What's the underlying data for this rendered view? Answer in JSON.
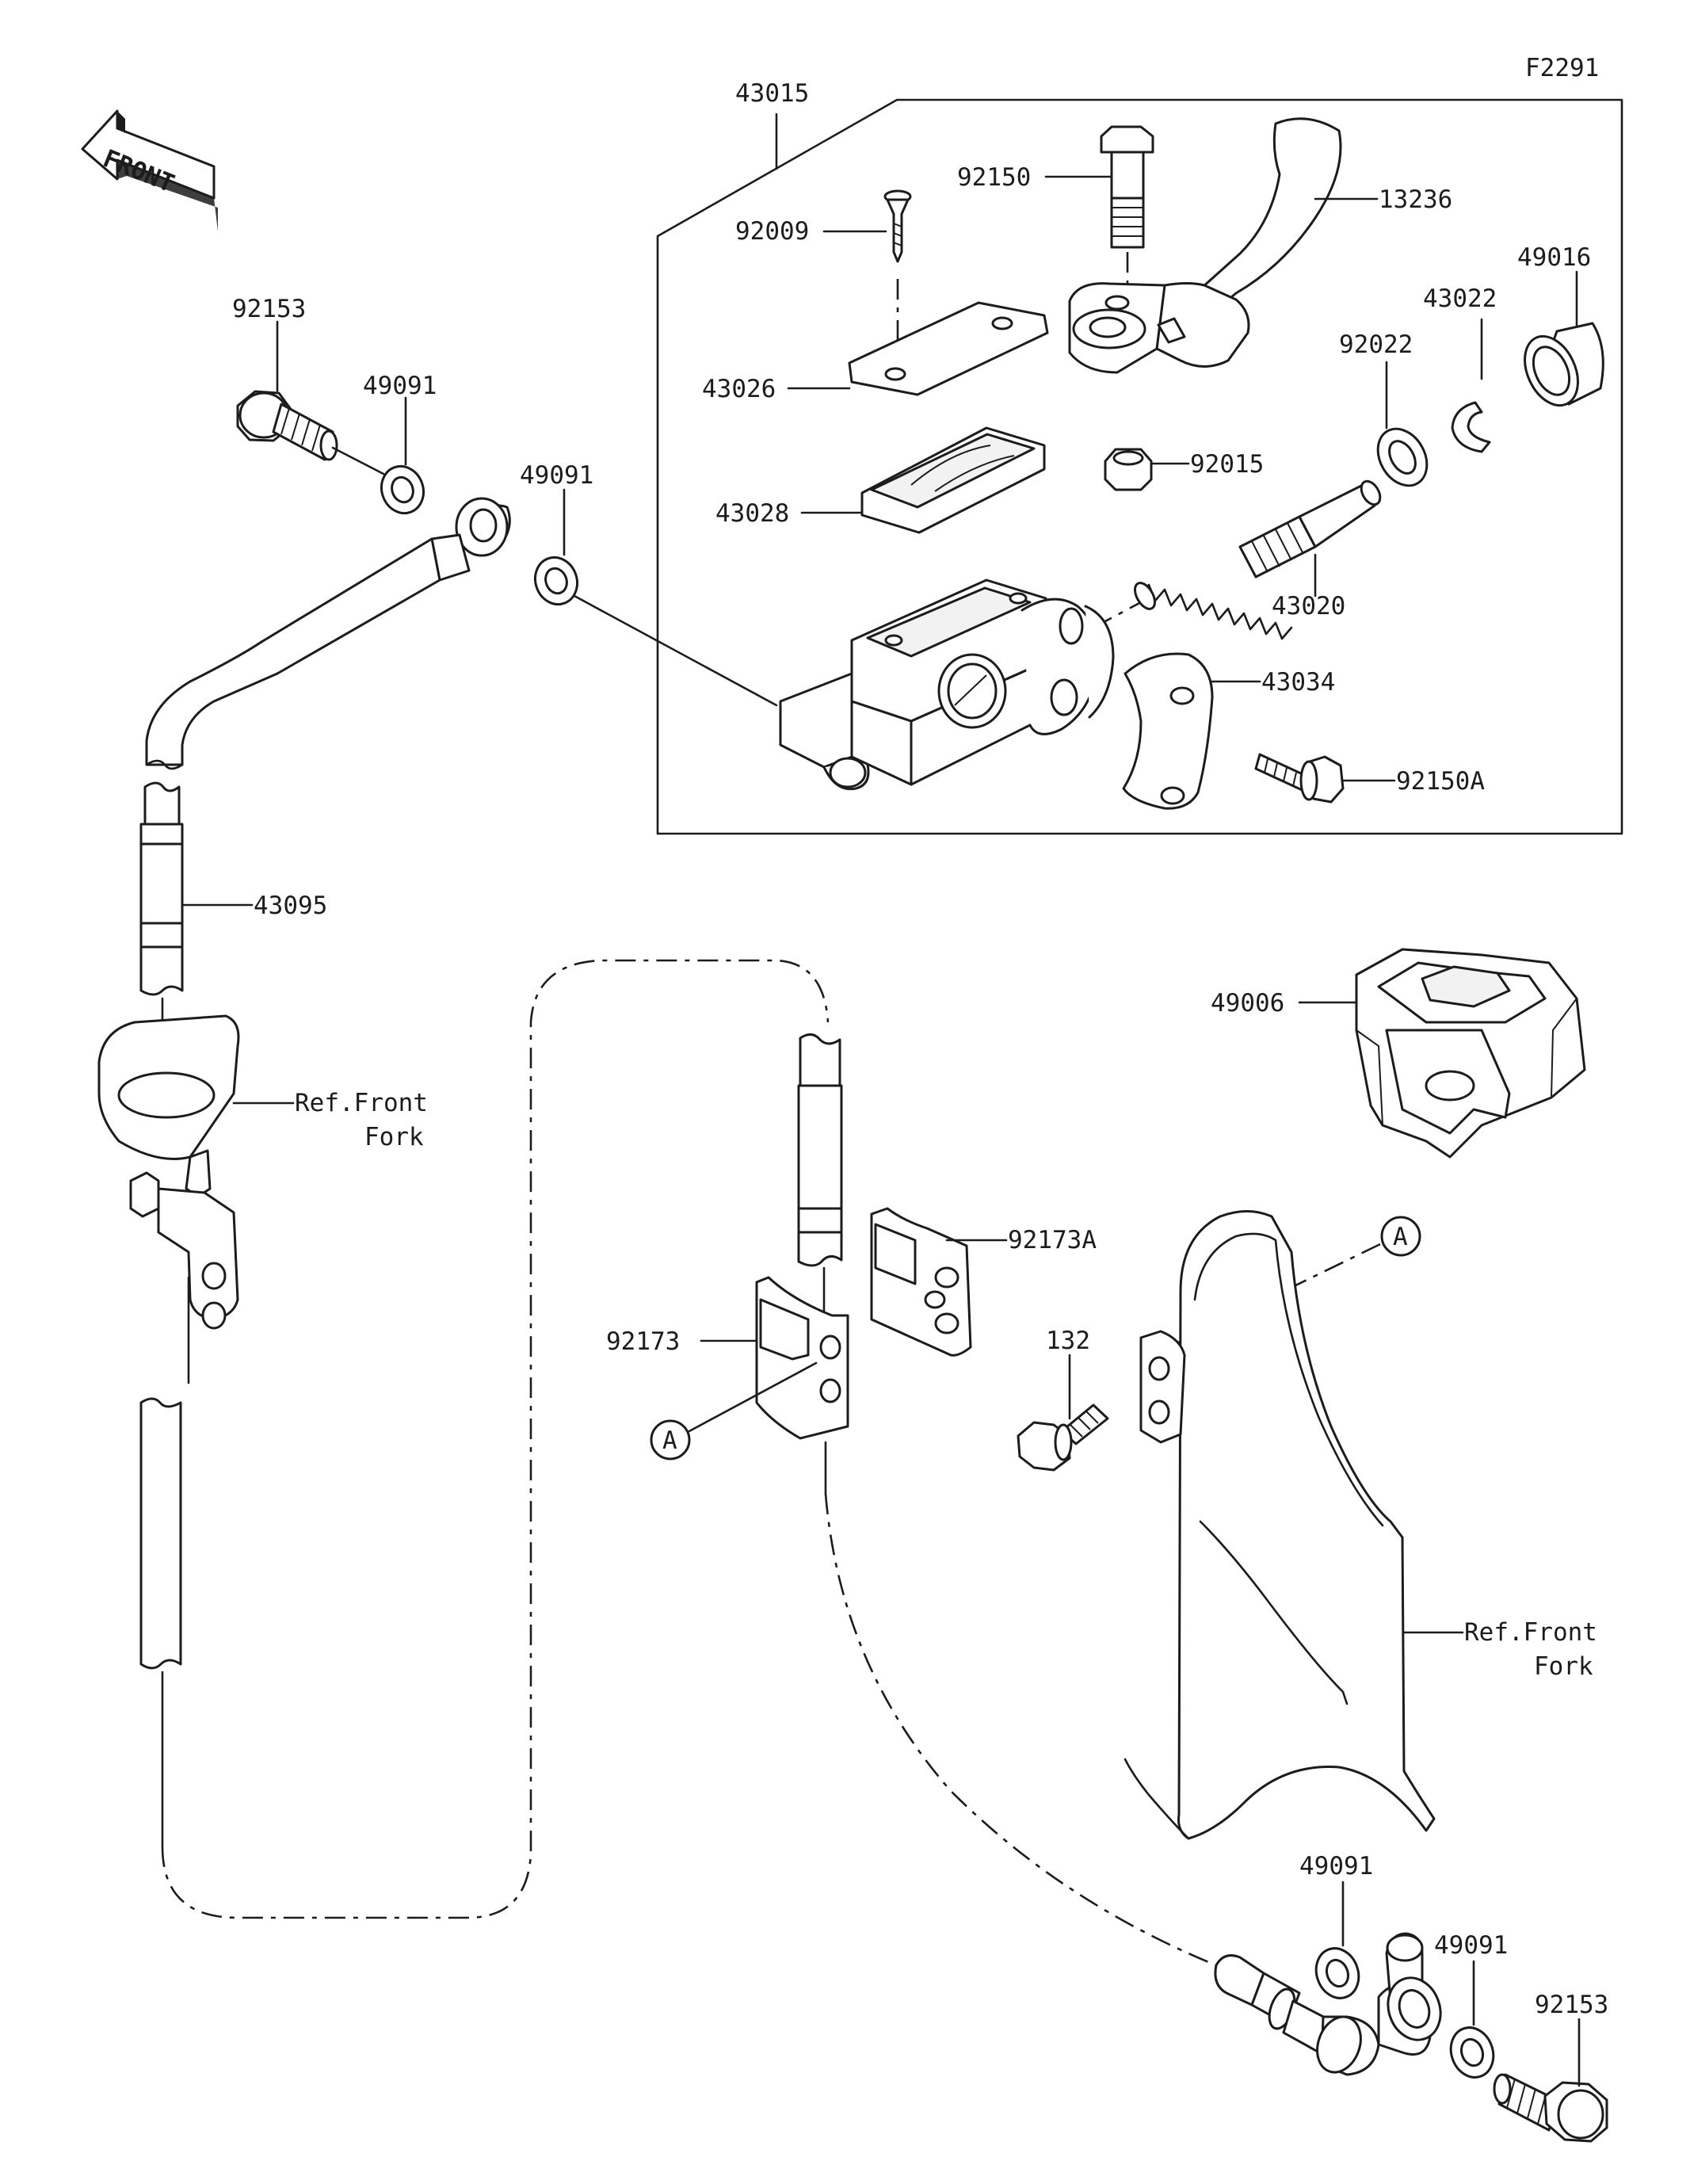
{
  "figure_code": "F2291",
  "front_arrow_label": "FRONT",
  "callouts": {
    "c43015": "43015",
    "c92150": "92150",
    "c13236": "13236",
    "c92009": "92009",
    "c49016": "49016",
    "c43022": "43022",
    "c92022": "92022",
    "c43026": "43026",
    "c92015": "92015",
    "c43028": "43028",
    "c43020": "43020",
    "c43034": "43034",
    "c92150A": "92150A",
    "c92153_top": "92153",
    "c49091_top1": "49091",
    "c49091_top2": "49091",
    "c43095": "43095",
    "c49006": "49006",
    "c92173A": "92173A",
    "c92173": "92173",
    "c132": "132",
    "c49091_bot1": "49091",
    "c49091_bot2": "49091",
    "c92153_bot": "92153"
  },
  "refs": {
    "ref_front_fork_1_line1": "Ref.Front",
    "ref_front_fork_1_line2": "Fork",
    "ref_front_fork_2_line1": "Ref.Front",
    "ref_front_fork_2_line2": "Fork"
  },
  "markers": {
    "marker_a_upper": "A",
    "marker_a_lower": "A"
  }
}
